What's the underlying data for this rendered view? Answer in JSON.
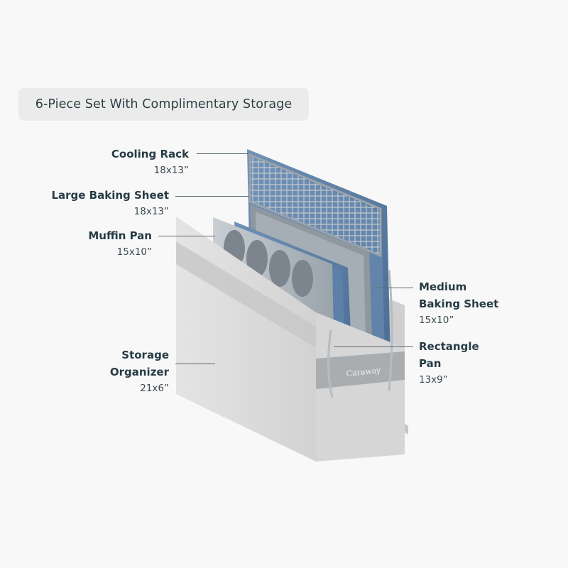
{
  "title": "6-Piece Set With Complimentary Storage",
  "brand": "Caraway",
  "colors": {
    "pan_blue": "#5b7fa6",
    "steel": "#a8b0b8",
    "organizer": "#dcdcdc",
    "text": "#263c44"
  },
  "labels": {
    "cooling_rack": {
      "name": "Cooling Rack",
      "dim": "18x13”"
    },
    "large_sheet": {
      "name": "Large Baking Sheet",
      "dim": "18x13”"
    },
    "muffin_pan": {
      "name": "Muffin Pan",
      "dim": "15x10”"
    },
    "storage": {
      "name_line1": "Storage",
      "name_line2": "Organizer",
      "dim": "21x6”"
    },
    "medium_sheet": {
      "name_line1": "Medium",
      "name_line2": "Baking Sheet",
      "dim": "15x10”"
    },
    "rect_pan": {
      "name_line1": "Rectangle",
      "name_line2": "Pan",
      "dim": "13x9”"
    }
  }
}
